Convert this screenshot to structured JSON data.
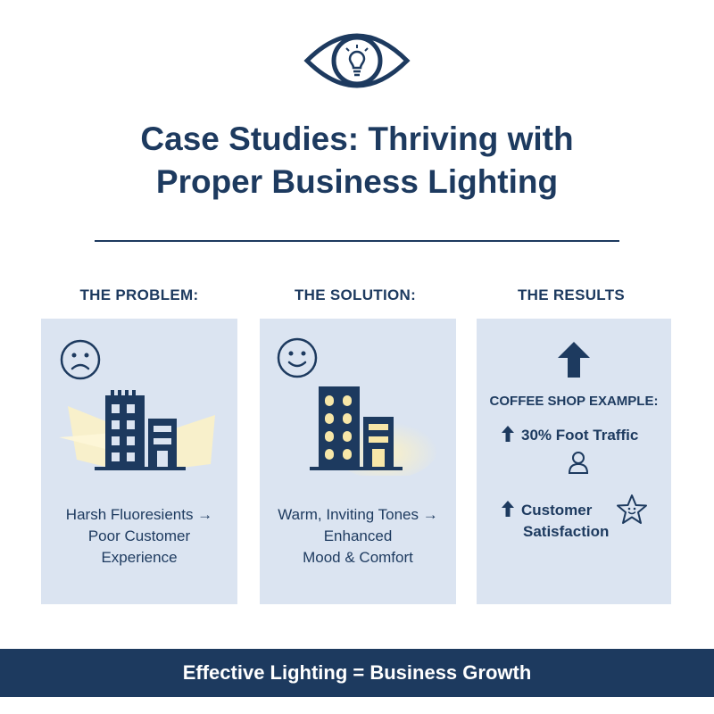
{
  "title": {
    "line1": "Case Studies: Thriving with",
    "line2": "Proper Business Lighting"
  },
  "columns": {
    "problem": {
      "heading": "THE PROBLEM:",
      "text_lines": [
        "Harsh Fluoresients →",
        "Poor Customer",
        "Experience"
      ]
    },
    "solution": {
      "heading": "THE SOLUTION:",
      "text_lines": [
        "Warm, Inviting Tones →",
        "Enhanced",
        "Mood & Comfort"
      ]
    },
    "results": {
      "heading": "THE RESULTS",
      "example_heading": "COFFEE SHOP EXAMPLE:",
      "metric_1": "30% Foot Traffic",
      "metric_2_lines": [
        "Customer",
        "Satisfaction"
      ]
    }
  },
  "banner": {
    "text": "Effective Lighting = Business Growth"
  },
  "icons": {
    "logo": "eye-lightbulb-icon",
    "problem": "sad-face-icon",
    "solution": "smiley-face-icon",
    "results": "up-arrow-icon",
    "person": "person-icon",
    "star": "star-face-icon"
  },
  "colors": {
    "primary": "#1d3a5f",
    "panel": "#dbe4f1",
    "glow": "#fbf1c6",
    "window_lit": "#f7e7a8"
  }
}
